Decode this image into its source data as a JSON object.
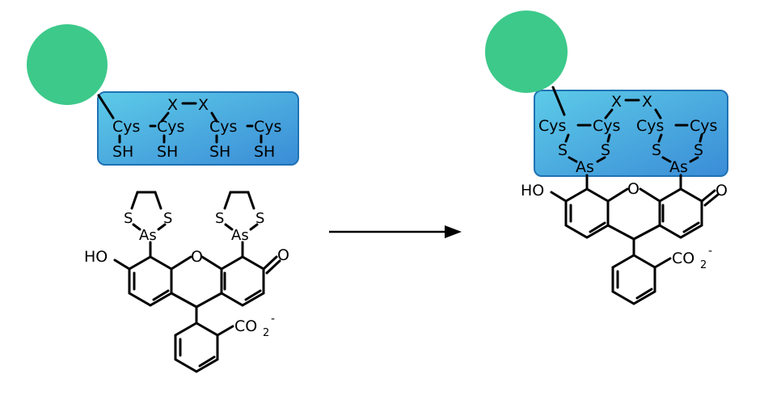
{
  "colors": {
    "protein_bead": "#3cc98a",
    "peptide_box_top": "#57c8e6",
    "peptide_box_bottom": "#3a8fd8",
    "peptide_box_border": "#1d6fb0",
    "ink": "#000000"
  },
  "left_panel": {
    "linker_labels": [
      "X",
      "X"
    ],
    "cys_labels": [
      "Cys",
      "Cys",
      "Cys",
      "Cys"
    ],
    "thiol_labels": [
      "SH",
      "SH",
      "SH",
      "SH"
    ],
    "dithiolane_labels": [
      "S",
      "S",
      "As",
      "S",
      "S",
      "As"
    ],
    "hydroxyl_label": "HO",
    "ring_oxygen_label": "O",
    "ketone_label": "O",
    "carboxylate_label": "CO",
    "carboxylate_subscript": "2",
    "carboxylate_charge": "-"
  },
  "right_panel": {
    "linker_labels": [
      "X",
      "X"
    ],
    "cys_labels": [
      "Cys",
      "Cys",
      "Cys",
      "Cys"
    ],
    "sulfur_labels": [
      "S",
      "S",
      "S",
      "S"
    ],
    "arsenic_labels": [
      "As",
      "As"
    ],
    "hydroxyl_label": "HO",
    "ring_oxygen_label": "O",
    "ketone_label": "O",
    "carboxylate_label": "CO",
    "carboxylate_subscript": "2",
    "carboxylate_charge": "-"
  },
  "arrow": {
    "icon": "right-arrow-icon"
  }
}
